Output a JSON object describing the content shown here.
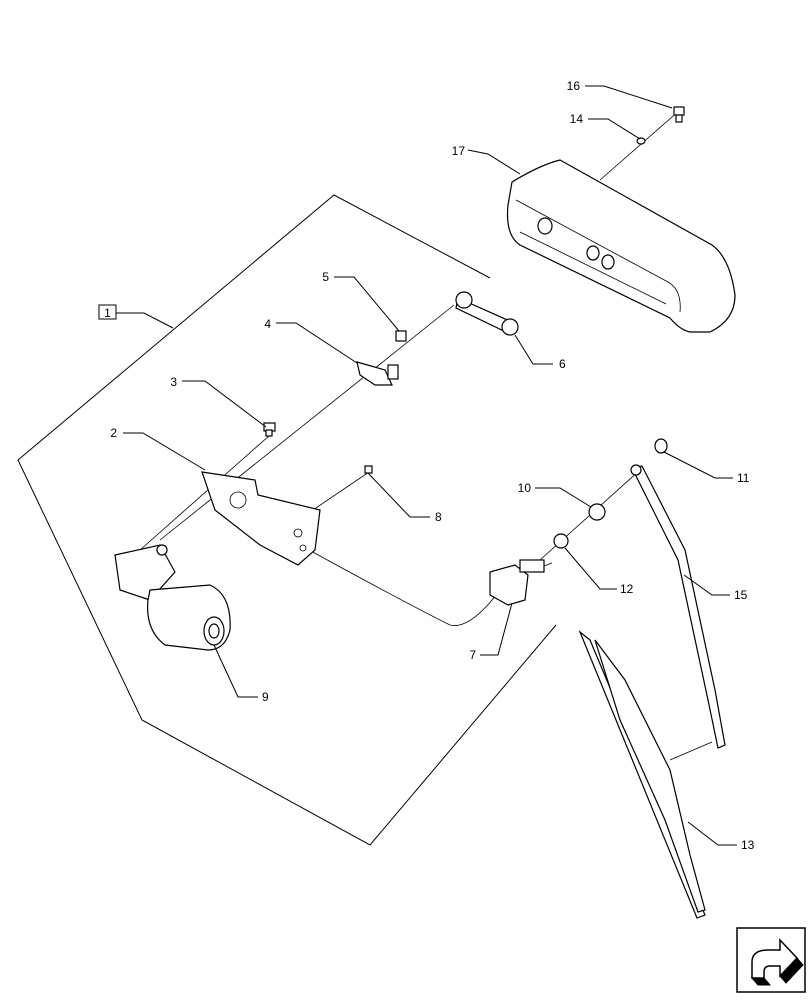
{
  "diagram": {
    "group_label": "1",
    "callouts": {
      "c2": "2",
      "c3": "3",
      "c4": "4",
      "c5": "5",
      "c6": "6",
      "c7": "7",
      "c8": "8",
      "c9": "9",
      "c10": "10",
      "c11": "11",
      "c12": "12",
      "c13": "13",
      "c14": "14",
      "c15": "15",
      "c16": "16",
      "c17": "17"
    },
    "nav_icon": "next-page-arrow-icon"
  }
}
